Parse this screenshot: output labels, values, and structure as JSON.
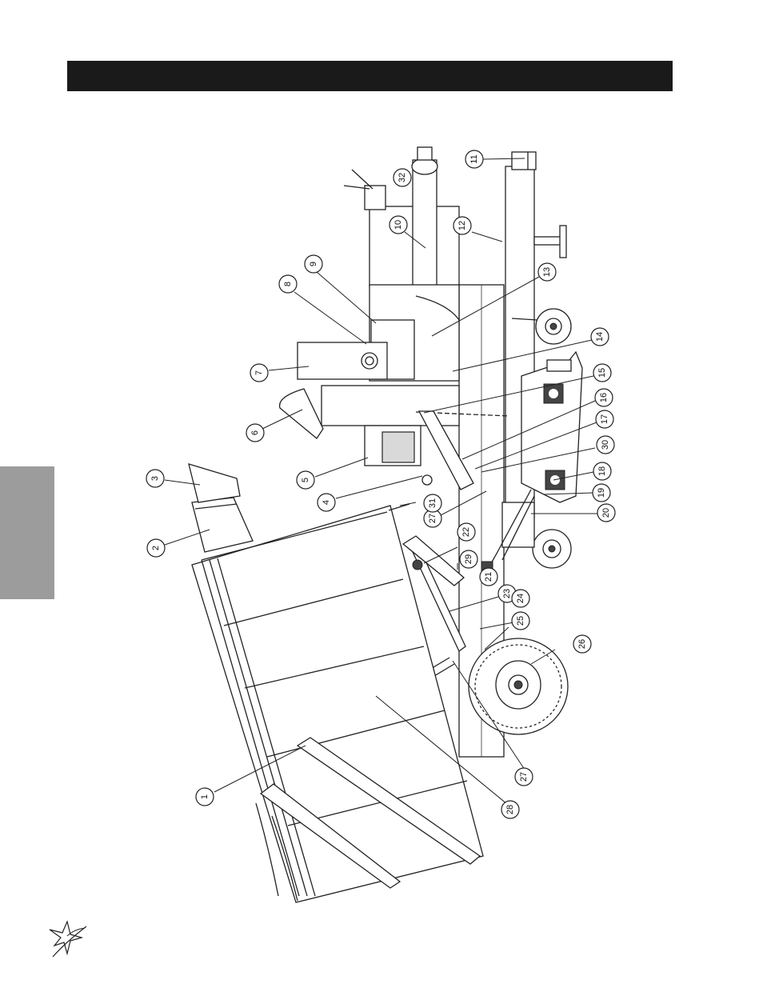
{
  "page": {
    "header_bar_color": "#1a1a1a",
    "side_tab_color": "#9c9c9c"
  },
  "diagram": {
    "callouts": [
      "1",
      "2",
      "3",
      "4",
      "5",
      "6",
      "7",
      "8",
      "9",
      "10",
      "11",
      "12",
      "13",
      "14",
      "15",
      "16",
      "17",
      "18",
      "19",
      "20",
      "21",
      "22",
      "23",
      "24",
      "25",
      "26",
      "27",
      "28",
      "29",
      "30",
      "31",
      "32"
    ],
    "callout_27": "27"
  },
  "logo": {
    "icon": "star-swirl-logo-icon"
  }
}
